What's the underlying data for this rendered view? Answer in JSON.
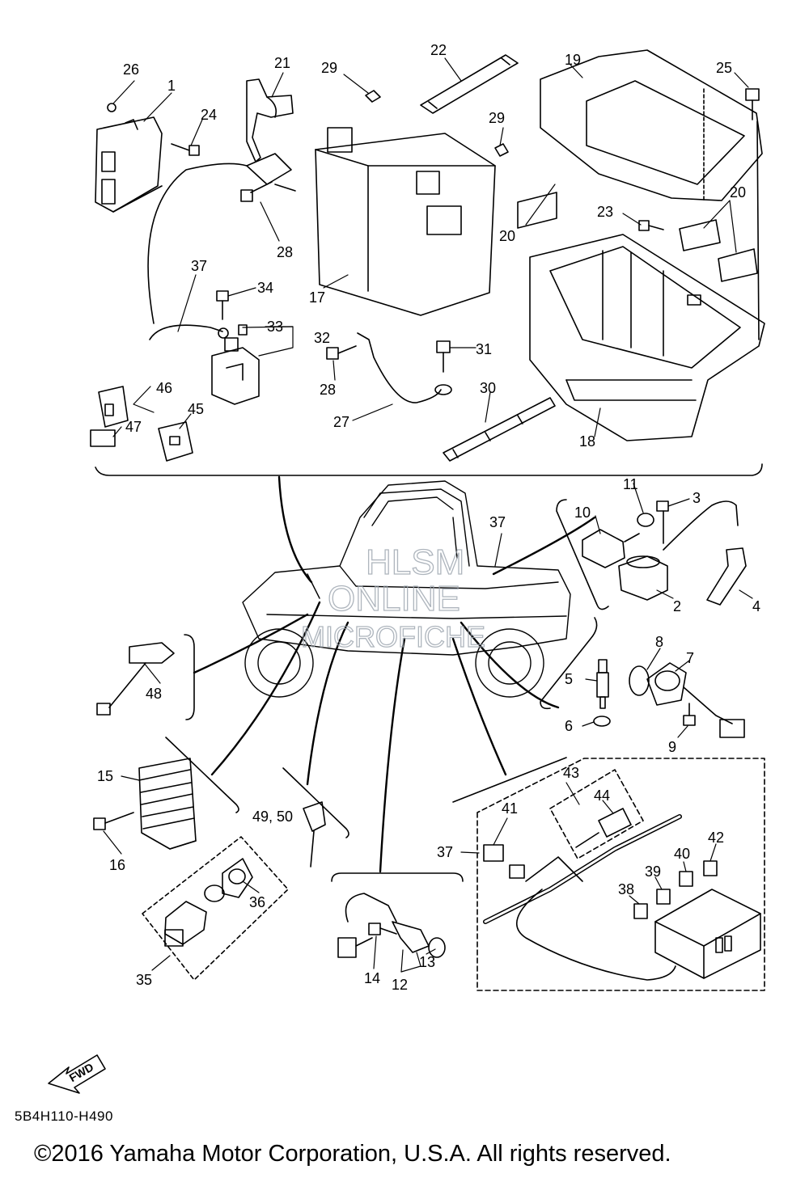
{
  "diagram": {
    "code": "5B4H110-H490",
    "copyright": "©2016 Yamaha Motor Corporation, U.S.A. All rights reserved.",
    "watermark": [
      "HLSM",
      "ONLINE",
      "MICROFICHE"
    ],
    "fwd_label": "FWD"
  },
  "callouts": {
    "c26": "26",
    "c1": "1",
    "c21": "21",
    "c29a": "29",
    "c22": "22",
    "c19": "19",
    "c25": "25",
    "c24": "24",
    "c29b": "29",
    "c20a": "20",
    "c20b": "20",
    "c23": "23",
    "c28a": "28",
    "c37a": "37",
    "c34": "34",
    "c17": "17",
    "c33": "33",
    "c32": "32",
    "c31": "31",
    "c28b": "28",
    "c46": "46",
    "c47": "47",
    "c45": "45",
    "c30": "30",
    "c27": "27",
    "c18": "18",
    "c11": "11",
    "c3": "3",
    "c10": "10",
    "c37b": "37",
    "c2": "2",
    "c4": "4",
    "c8": "8",
    "c7": "7",
    "c5": "5",
    "c48": "48",
    "c6": "6",
    "c9": "9",
    "c15": "15",
    "c4950": "49, 50",
    "c43": "43",
    "c44": "44",
    "c16": "16",
    "c41": "41",
    "c42": "42",
    "c37c": "37",
    "c40": "40",
    "c39": "39",
    "c36": "36",
    "c38": "38",
    "c13": "13",
    "c14": "14",
    "c12": "12",
    "c35": "35"
  }
}
